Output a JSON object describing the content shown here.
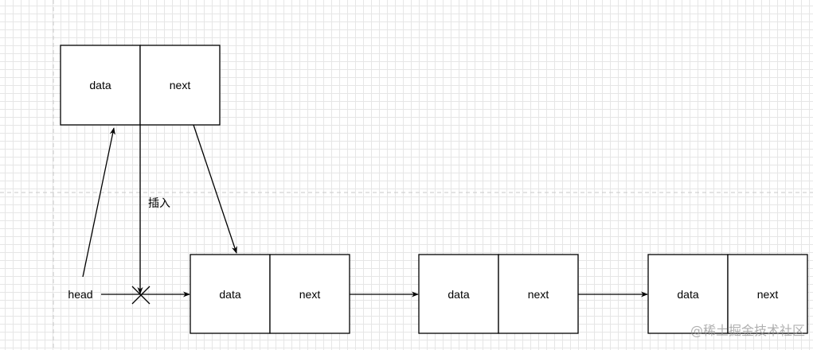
{
  "nodes": [
    {
      "id": "new",
      "data_label": "data",
      "next_label": "next"
    },
    {
      "id": "n1",
      "data_label": "data",
      "next_label": "next"
    },
    {
      "id": "n2",
      "data_label": "data",
      "next_label": "next"
    },
    {
      "id": "n3",
      "data_label": "data",
      "next_label": "next"
    }
  ],
  "labels": {
    "head": "head",
    "insert": "插入"
  },
  "watermark": "@稀土掘金技术社区",
  "colors": {
    "stroke": "#000000",
    "grid": "#e6e6e6",
    "guide": "#c8c8c8"
  }
}
